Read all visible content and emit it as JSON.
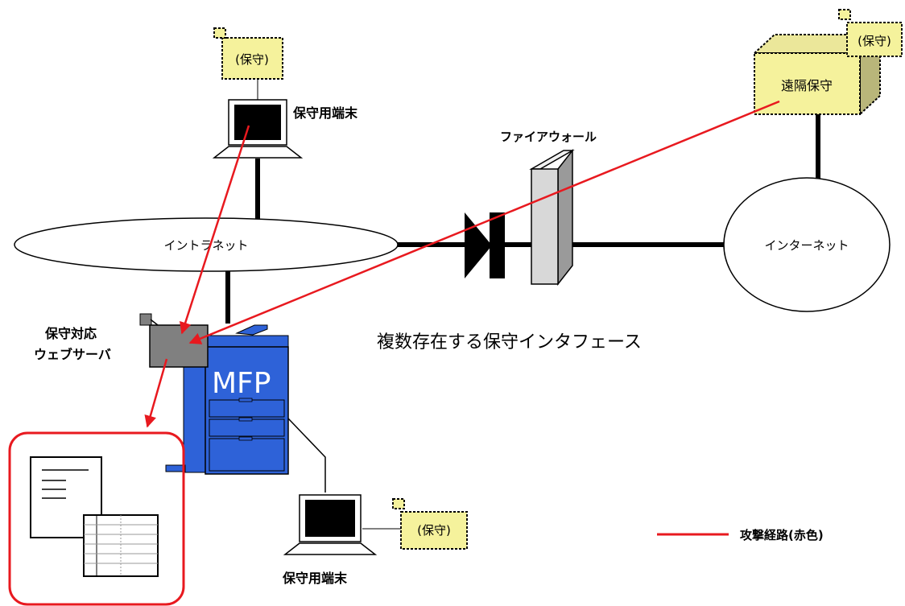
{
  "labels": {
    "terminal_top": "保守用端末",
    "terminal_bottom": "保守用端末",
    "firewall": "ファイアウォール",
    "intranet": "イントラネット",
    "internet": "インターネット",
    "remote_maintenance": "遠隔保守",
    "web_server_line1": "保守対応",
    "web_server_line2": "ウェブサーバ",
    "mfp": "MFP",
    "caption": "複数存在する保守インタフェース",
    "legend": "攻撃経路(赤色)"
  },
  "tags": {
    "terminal_top": "(保守)",
    "terminal_bottom": "(保守)",
    "remote": "(保守)"
  },
  "colors": {
    "attack_path": "#e8191f",
    "mfp_body": "#2e62d8",
    "tag_fill": "#f5f29c",
    "web_server": "#808080",
    "firewall": "#d8d8d8"
  }
}
